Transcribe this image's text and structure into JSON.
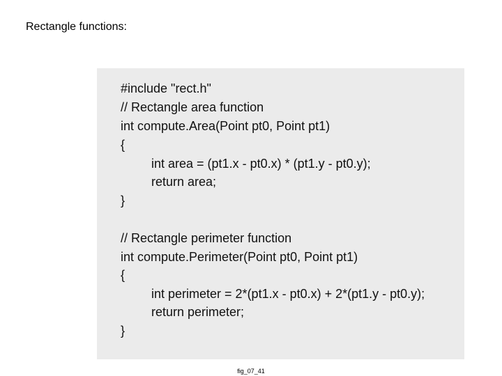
{
  "slide": {
    "title": "Rectangle functions:",
    "caption": "fig_07_41"
  },
  "code": {
    "lines": [
      "#include \"rect.h\"",
      "// Rectangle area function",
      "int compute.Area(Point pt0, Point pt1)",
      "{",
      "int area = (pt1.x - pt0.x) * (pt1.y - pt0.y);",
      "return area;",
      "}",
      "// Rectangle perimeter function",
      "int compute.Perimeter(Point pt0, Point pt1)",
      "{",
      "int perimeter = 2*(pt1.x - pt0.x) + 2*(pt1.y - pt0.y);",
      "return perimeter;",
      "}"
    ]
  }
}
